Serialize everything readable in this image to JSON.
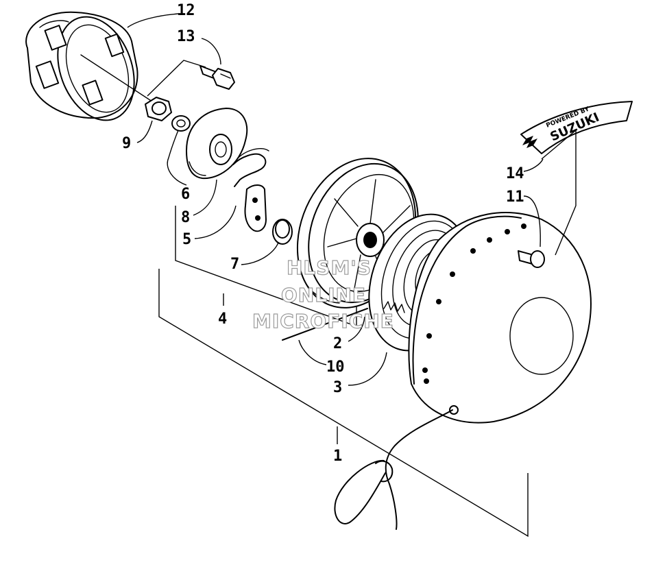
{
  "callouts": {
    "c1": "1",
    "c2": "2",
    "c3": "3",
    "c4": "4",
    "c5": "5",
    "c6": "6",
    "c7": "7",
    "c8": "8",
    "c9": "9",
    "c10": "10",
    "c11": "11",
    "c12": "12",
    "c13": "13",
    "c14": "14"
  },
  "badge": {
    "line1": "POWERED BY",
    "line2": "SUZUKI"
  },
  "watermark": {
    "line1": "HLSM'S",
    "line2": "ONLINE",
    "line3": "MICROFICHE"
  }
}
